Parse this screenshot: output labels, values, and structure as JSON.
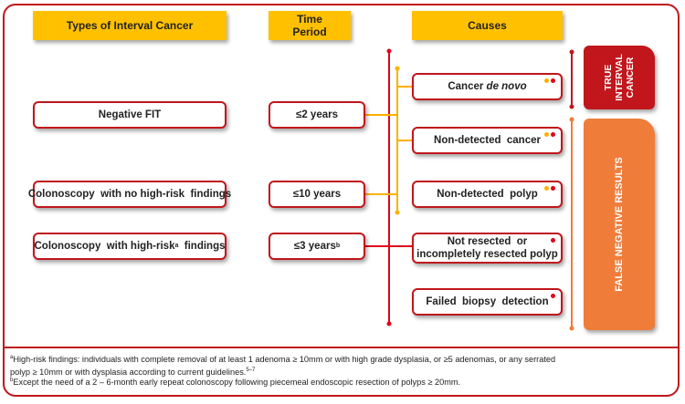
{
  "headers": {
    "types": "Types of Interval Cancer",
    "time_line1": "Time",
    "time_line2": "Period",
    "causes": "Causes"
  },
  "types": [
    {
      "pre": "Negative FIT",
      "sup": "",
      "post": ""
    },
    {
      "pre": "Colonoscopy  with no high-risk  findings",
      "sup": "",
      "post": ""
    },
    {
      "pre": "Colonoscopy  with high-risk",
      "sup": "a",
      "post": "  findings"
    }
  ],
  "periods": [
    {
      "text": "≤2 years",
      "sup": ""
    },
    {
      "text": "≤10 years",
      "sup": ""
    },
    {
      "text": "≤3 years",
      "sup": "b"
    }
  ],
  "causes": {
    "c1_pre": "Cancer ",
    "c1_em": "de novo",
    "c2": "Non-detected  cancer",
    "c3": "Non-detected  polyp",
    "c4_line1": "Not resected  or",
    "c4_line2": "incompletely resected polyp",
    "c5": "Failed  biopsy  detection"
  },
  "side": {
    "true_l1": "TRUE",
    "true_l2": "INTERVAL",
    "true_l3": "CANCER",
    "false": "FALSE NEGATIVE RESULTS"
  },
  "footnotes": {
    "a_mark": "a",
    "a_text": "High-risk findings: individuals with complete removal of at least 1 adenoma ≥ 10mm or with high grade dysplasia, or ≥5 adenomas, or any serrated",
    "a_text2": "polyp ≥ 10mm or with dysplasia according to current guidelines.",
    "a_ref": "5–7",
    "b_mark": "b",
    "b_text": "Except the need of a 2 – 6-month early repeat colonoscopy following piecemeal endoscopic resection of polyps ≥ 20mm."
  },
  "colors": {
    "red": "#c0161c",
    "yellow": "#ffc000",
    "orange": "#f07c3a",
    "dark_red": "#c0161c"
  }
}
